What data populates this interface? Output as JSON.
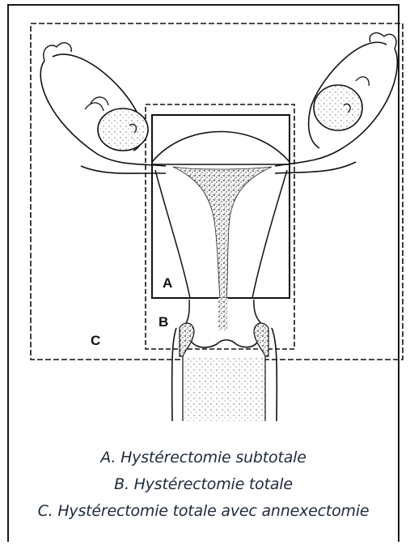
{
  "diagram": {
    "labels": {
      "a": "A",
      "b": "B",
      "c": "C"
    }
  },
  "captions": [
    "A. Hystérectomie subtotale",
    "B. Hystérectomie totale",
    "C. Hystérectomie totale avec annexectomie"
  ]
}
